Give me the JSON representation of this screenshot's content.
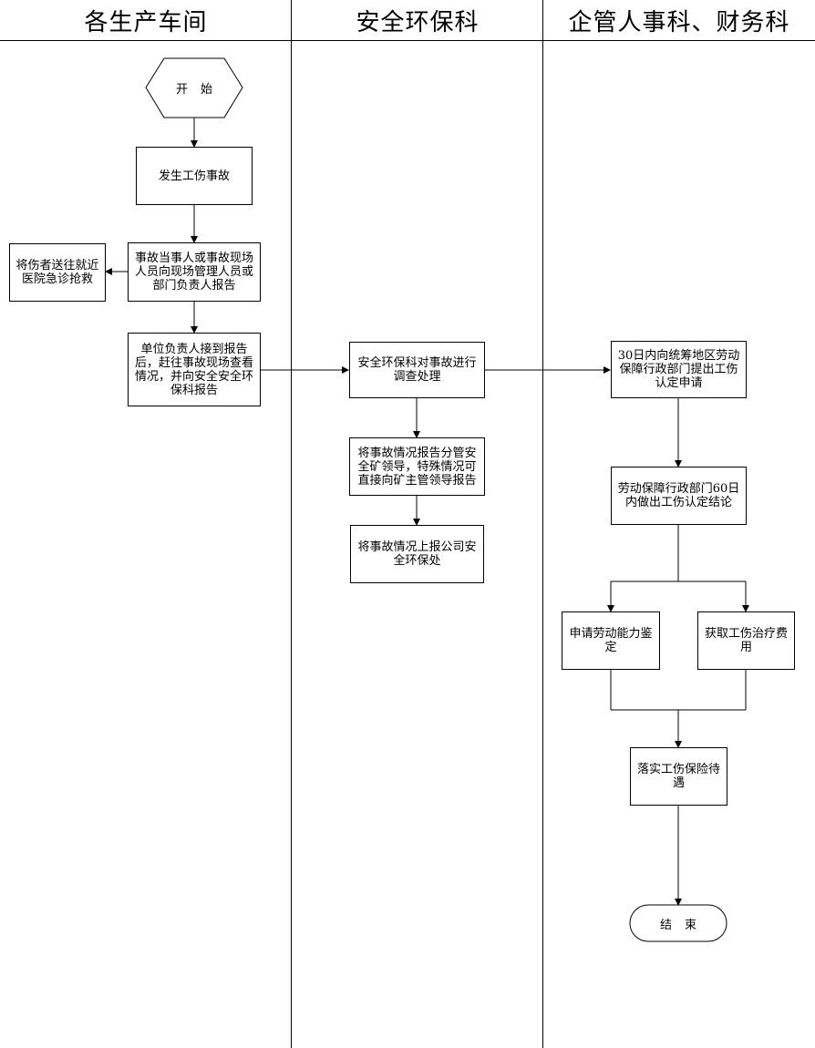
{
  "lanes": [
    {
      "title": "各生产车间"
    },
    {
      "title": "安全环保科"
    },
    {
      "title": "企管人事科、财务科"
    }
  ],
  "nodes": {
    "start": "开始",
    "injury": "发生工伤事故",
    "report_manager": "事故当事人或事故现场人员向现场管理人员或部门负责人报告",
    "hospital": "将伤者送往就近医院急诊抢救",
    "unit_report": "单位负责人接到报告后，赶往事故现场查看情况，并向安全安全环保科报告",
    "investigate": "安全环保科对事故进行调查处理",
    "report_leader": "将事故情况报告分管安全矿领导，特殊情况可直接向矿主管领导报告",
    "report_company": "将事故情况上报公司安全环保处",
    "apply_30": "30日内向统筹地区劳动保障行政部门提出工伤认定申请",
    "decide_60": "劳动保障行政部门60日内做出工伤认定结论",
    "disability": "申请劳动能力鉴定",
    "medical_cost": "获取工伤治疗费用",
    "benefits": "落实工伤保险待遇",
    "end": "结束"
  }
}
